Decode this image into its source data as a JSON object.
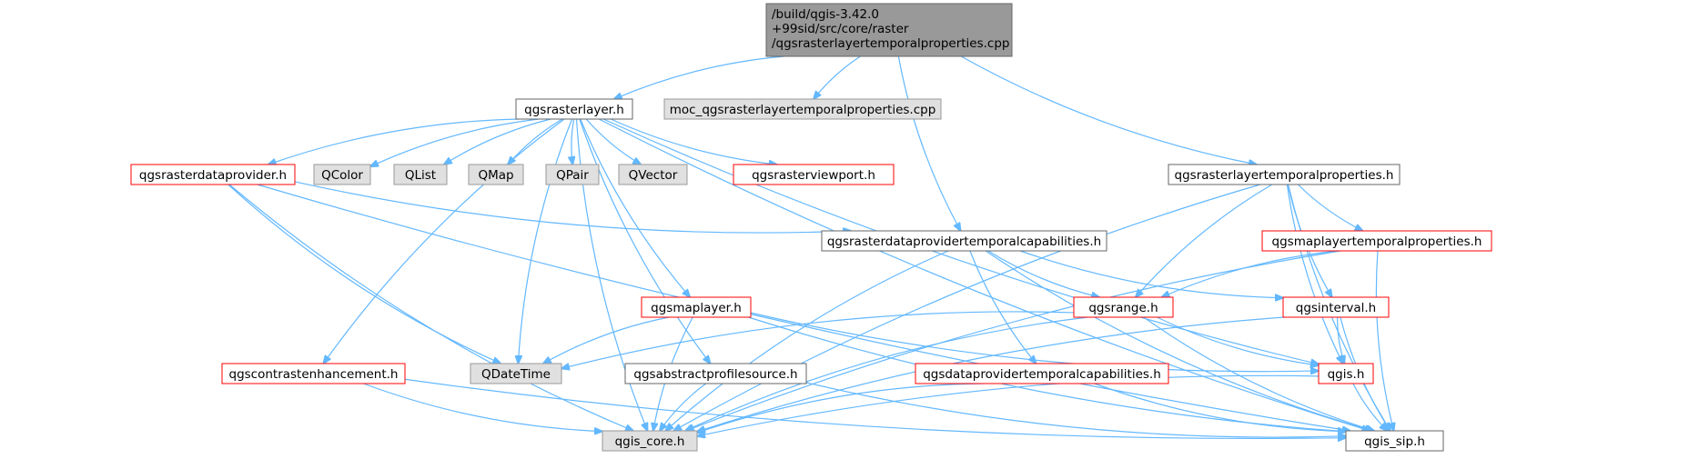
{
  "graph": {
    "root": {
      "id": "root",
      "lines": [
        "/build/qgis-3.42.0",
        "+99sid/src/core/raster",
        "/qgsrasterlayertemporalproperties.cpp"
      ]
    },
    "nodes": [
      {
        "id": "rasterlayer",
        "label": "qgsrasterlayer.h",
        "style": "plain"
      },
      {
        "id": "moc",
        "label": "moc_qgsrasterlayertemporalproperties.cpp",
        "style": "gray"
      },
      {
        "id": "rltp",
        "label": "qgsrasterlayertemporalproperties.h",
        "style": "plain"
      },
      {
        "id": "rdp",
        "label": "qgsrasterdataprovider.h",
        "style": "red"
      },
      {
        "id": "qcolor",
        "label": "QColor",
        "style": "gray"
      },
      {
        "id": "qlist",
        "label": "QList",
        "style": "gray"
      },
      {
        "id": "qmap",
        "label": "QMap",
        "style": "gray"
      },
      {
        "id": "qpair",
        "label": "QPair",
        "style": "gray"
      },
      {
        "id": "qvector",
        "label": "QVector",
        "style": "gray"
      },
      {
        "id": "viewport",
        "label": "qgsrasterviewport.h",
        "style": "red"
      },
      {
        "id": "rdptc",
        "label": "qgsrasterdataprovidertemporalcapabilities.h",
        "style": "plain"
      },
      {
        "id": "mltp",
        "label": "qgsmaplayertemporalproperties.h",
        "style": "red"
      },
      {
        "id": "maplayer",
        "label": "qgsmaplayer.h",
        "style": "red"
      },
      {
        "id": "range",
        "label": "qgsrange.h",
        "style": "red"
      },
      {
        "id": "interval",
        "label": "qgsinterval.h",
        "style": "red"
      },
      {
        "id": "contrast",
        "label": "qgscontrastenhancement.h",
        "style": "red"
      },
      {
        "id": "qdatetime",
        "label": "QDateTime",
        "style": "gray"
      },
      {
        "id": "aps",
        "label": "qgsabstractprofilesource.h",
        "style": "plain"
      },
      {
        "id": "dptc",
        "label": "qgsdataprovidertemporalcapabilities.h",
        "style": "red"
      },
      {
        "id": "qgis",
        "label": "qgis.h",
        "style": "red"
      },
      {
        "id": "core",
        "label": "qgis_core.h",
        "style": "gray"
      },
      {
        "id": "sip",
        "label": "qgis_sip.h",
        "style": "plain"
      }
    ],
    "edges": [
      [
        "root",
        "rasterlayer"
      ],
      [
        "root",
        "moc"
      ],
      [
        "root",
        "rltp"
      ],
      [
        "root",
        "rdptc"
      ],
      [
        "rasterlayer",
        "rdp"
      ],
      [
        "rasterlayer",
        "qcolor"
      ],
      [
        "rasterlayer",
        "qlist"
      ],
      [
        "rasterlayer",
        "qmap"
      ],
      [
        "rasterlayer",
        "qpair"
      ],
      [
        "rasterlayer",
        "qvector"
      ],
      [
        "rasterlayer",
        "viewport"
      ],
      [
        "rasterlayer",
        "maplayer"
      ],
      [
        "rasterlayer",
        "contrast"
      ],
      [
        "rasterlayer",
        "qdatetime"
      ],
      [
        "rasterlayer",
        "core"
      ],
      [
        "rasterlayer",
        "sip"
      ],
      [
        "rasterlayer",
        "qgis"
      ],
      [
        "rasterlayer",
        "aps"
      ],
      [
        "rdp",
        "rdptc"
      ],
      [
        "rdp",
        "qdatetime"
      ],
      [
        "rdp",
        "core"
      ],
      [
        "rdp",
        "sip"
      ],
      [
        "rltp",
        "mltp"
      ],
      [
        "rltp",
        "range"
      ],
      [
        "rltp",
        "interval"
      ],
      [
        "rltp",
        "qgis"
      ],
      [
        "rltp",
        "sip"
      ],
      [
        "rltp",
        "core"
      ],
      [
        "rdptc",
        "range"
      ],
      [
        "rdptc",
        "interval"
      ],
      [
        "rdptc",
        "dptc"
      ],
      [
        "rdptc",
        "core"
      ],
      [
        "rdptc",
        "sip"
      ],
      [
        "mltp",
        "range"
      ],
      [
        "mltp",
        "core"
      ],
      [
        "mltp",
        "sip"
      ],
      [
        "maplayer",
        "qdatetime"
      ],
      [
        "maplayer",
        "core"
      ],
      [
        "maplayer",
        "sip"
      ],
      [
        "maplayer",
        "qgis"
      ],
      [
        "range",
        "qdatetime"
      ],
      [
        "range",
        "core"
      ],
      [
        "range",
        "sip"
      ],
      [
        "range",
        "qgis"
      ],
      [
        "interval",
        "qgis"
      ],
      [
        "interval",
        "core"
      ],
      [
        "interval",
        "sip"
      ],
      [
        "contrast",
        "core"
      ],
      [
        "contrast",
        "sip"
      ],
      [
        "aps",
        "core"
      ],
      [
        "aps",
        "sip"
      ],
      [
        "dptc",
        "core"
      ],
      [
        "dptc",
        "sip"
      ],
      [
        "qgis",
        "core"
      ],
      [
        "qgis",
        "sip"
      ]
    ],
    "colors": {
      "edge": "#63b8ff",
      "root_fill": "#999999",
      "gray_fill": "#e0e0e0",
      "gray_stroke": "#999999",
      "red_stroke": "#ff0000",
      "plain_stroke": "#666666"
    }
  }
}
